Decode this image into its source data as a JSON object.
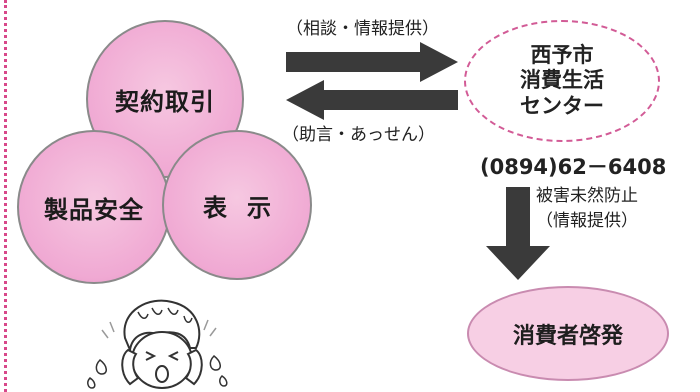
{
  "circles": {
    "contract": "契約取引",
    "safety": "製品安全",
    "labeling": "表示"
  },
  "arrows": {
    "top_label": "（相談・情報提供）",
    "bottom_label": "（助言・あっせん）"
  },
  "center": {
    "line1": "西予市",
    "line2": "消費生活",
    "line3": "センター"
  },
  "phone": "(0894)62－6408",
  "prevention": {
    "line1": "被害未然防止",
    "line2": "（情報提供）"
  },
  "education": "消費者啓発",
  "colors": {
    "circle_pink": "#f0a9d3",
    "dashed_border": "#d25b96",
    "arrow_gray": "#3a3a3a",
    "dotted_border": "#d8488a"
  }
}
